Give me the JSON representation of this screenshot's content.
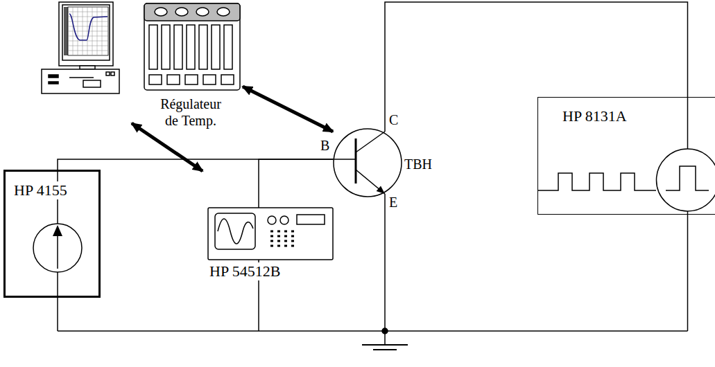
{
  "diagram": {
    "nodes": [
      {
        "text": [
          "Régulateur de Temp."
        ]
      },
      {
        "text": [
          "TBH"
        ]
      },
      {
        "text": [
          "HP 8131A"
        ]
      },
      {
        "text": [
          "HP 4155"
        ]
      },
      {
        "text": [
          "HP 54512B"
        ]
      }
    ],
    "edges": [
      {
        "from": 0,
        "to": 1,
        "arrow": "both"
      },
      {
        "from": 3,
        "to": 1,
        "arrow": "none"
      },
      {
        "from": 4,
        "to": 1,
        "arrow": "none"
      },
      {
        "from": 2,
        "to": 1,
        "arrow": "none"
      }
    ],
    "labels": [
      "B",
      "C",
      "E"
    ]
  }
}
